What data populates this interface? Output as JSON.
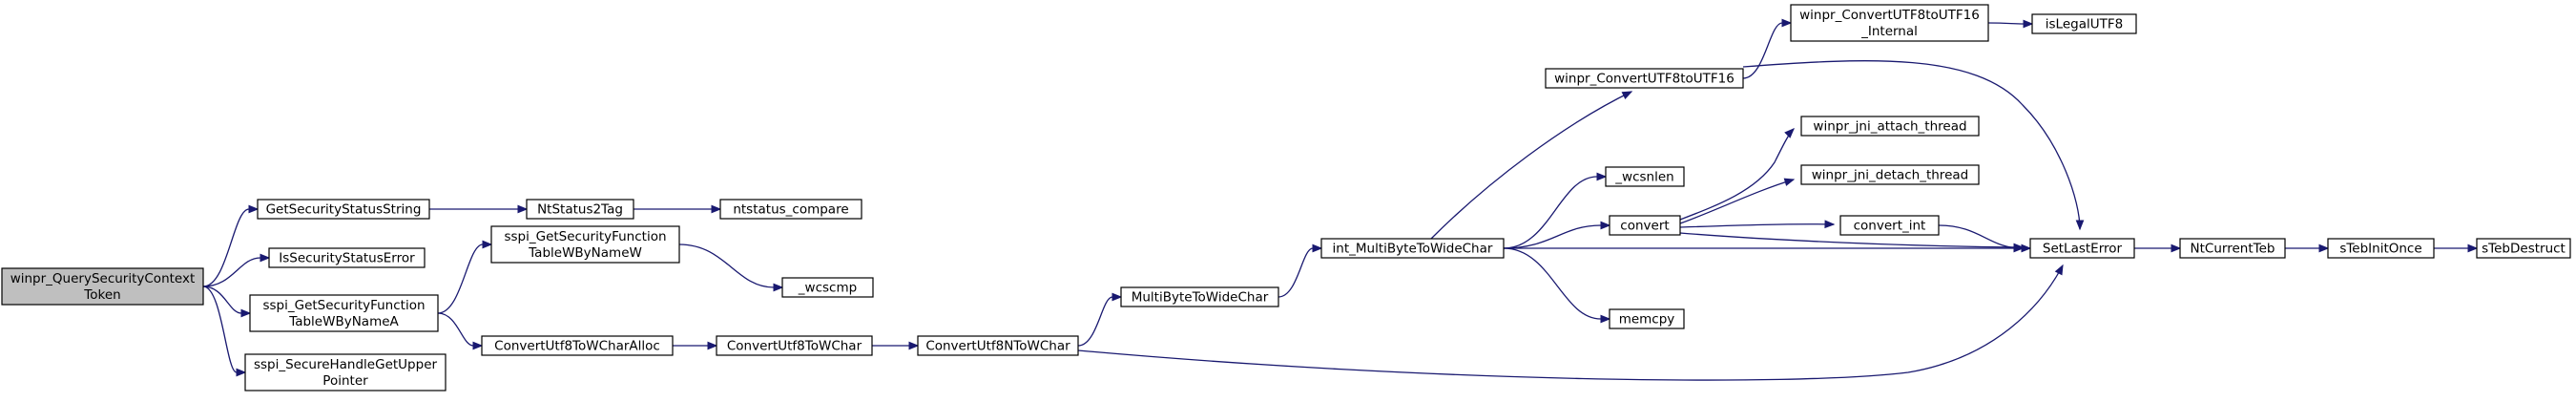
{
  "graph": {
    "root": "winpr_QuerySecurityContextToken",
    "nodes": [
      {
        "id": "winpr_QuerySecurityContextToken",
        "lines": [
          "winpr_QuerySecurityContext",
          "Token"
        ],
        "root": true
      },
      {
        "id": "GetSecurityStatusString",
        "lines": [
          "GetSecurityStatusString"
        ]
      },
      {
        "id": "IsSecurityStatusError",
        "lines": [
          "IsSecurityStatusError"
        ]
      },
      {
        "id": "sspi_GetSecurityFunctionTableWByNameA",
        "lines": [
          "sspi_GetSecurityFunction",
          "TableWByNameA"
        ]
      },
      {
        "id": "sspi_SecureHandleGetUpperPointer",
        "lines": [
          "sspi_SecureHandleGetUpper",
          "Pointer"
        ]
      },
      {
        "id": "NtStatus2Tag",
        "lines": [
          "NtStatus2Tag"
        ]
      },
      {
        "id": "ntstatus_compare",
        "lines": [
          "ntstatus_compare"
        ]
      },
      {
        "id": "sspi_GetSecurityFunctionTableWByNameW",
        "lines": [
          "sspi_GetSecurityFunction",
          "TableWByNameW"
        ]
      },
      {
        "id": "_wcscmp",
        "lines": [
          "_wcscmp"
        ]
      },
      {
        "id": "ConvertUtf8ToWCharAlloc",
        "lines": [
          "ConvertUtf8ToWCharAlloc"
        ]
      },
      {
        "id": "ConvertUtf8ToWChar",
        "lines": [
          "ConvertUtf8ToWChar"
        ]
      },
      {
        "id": "ConvertUtf8NToWChar",
        "lines": [
          "ConvertUtf8NToWChar"
        ]
      },
      {
        "id": "MultiByteToWideChar",
        "lines": [
          "MultiByteToWideChar"
        ]
      },
      {
        "id": "int_MultiByteToWideChar",
        "lines": [
          "int_MultiByteToWideChar"
        ]
      },
      {
        "id": "winpr_ConvertUTF8toUTF16",
        "lines": [
          "winpr_ConvertUTF8toUTF16"
        ]
      },
      {
        "id": "winpr_ConvertUTF8toUTF16_Internal",
        "lines": [
          "winpr_ConvertUTF8toUTF16",
          "_Internal"
        ]
      },
      {
        "id": "isLegalUTF8",
        "lines": [
          "isLegalUTF8"
        ]
      },
      {
        "id": "_wcsnlen",
        "lines": [
          "_wcsnlen"
        ]
      },
      {
        "id": "convert",
        "lines": [
          "convert"
        ]
      },
      {
        "id": "memcpy",
        "lines": [
          "memcpy"
        ]
      },
      {
        "id": "winpr_jni_attach_thread",
        "lines": [
          "winpr_jni_attach_thread"
        ]
      },
      {
        "id": "winpr_jni_detach_thread",
        "lines": [
          "winpr_jni_detach_thread"
        ]
      },
      {
        "id": "convert_int",
        "lines": [
          "convert_int"
        ]
      },
      {
        "id": "SetLastError",
        "lines": [
          "SetLastError"
        ]
      },
      {
        "id": "NtCurrentTeb",
        "lines": [
          "NtCurrentTeb"
        ]
      },
      {
        "id": "sTebInitOnce",
        "lines": [
          "sTebInitOnce"
        ]
      },
      {
        "id": "sTebDestruct",
        "lines": [
          "sTebDestruct"
        ]
      }
    ],
    "edges": [
      {
        "from": "winpr_QuerySecurityContextToken",
        "to": "GetSecurityStatusString"
      },
      {
        "from": "winpr_QuerySecurityContextToken",
        "to": "IsSecurityStatusError"
      },
      {
        "from": "winpr_QuerySecurityContextToken",
        "to": "sspi_GetSecurityFunctionTableWByNameA"
      },
      {
        "from": "winpr_QuerySecurityContextToken",
        "to": "sspi_SecureHandleGetUpperPointer"
      },
      {
        "from": "GetSecurityStatusString",
        "to": "NtStatus2Tag"
      },
      {
        "from": "NtStatus2Tag",
        "to": "ntstatus_compare"
      },
      {
        "from": "sspi_GetSecurityFunctionTableWByNameA",
        "to": "sspi_GetSecurityFunctionTableWByNameW"
      },
      {
        "from": "sspi_GetSecurityFunctionTableWByNameA",
        "to": "ConvertUtf8ToWCharAlloc"
      },
      {
        "from": "sspi_GetSecurityFunctionTableWByNameW",
        "to": "_wcscmp"
      },
      {
        "from": "ConvertUtf8ToWCharAlloc",
        "to": "ConvertUtf8ToWChar"
      },
      {
        "from": "ConvertUtf8ToWChar",
        "to": "ConvertUtf8NToWChar"
      },
      {
        "from": "ConvertUtf8NToWChar",
        "to": "MultiByteToWideChar"
      },
      {
        "from": "ConvertUtf8NToWChar",
        "to": "SetLastError"
      },
      {
        "from": "MultiByteToWideChar",
        "to": "int_MultiByteToWideChar"
      },
      {
        "from": "int_MultiByteToWideChar",
        "to": "winpr_ConvertUTF8toUTF16"
      },
      {
        "from": "int_MultiByteToWideChar",
        "to": "_wcsnlen"
      },
      {
        "from": "int_MultiByteToWideChar",
        "to": "convert"
      },
      {
        "from": "int_MultiByteToWideChar",
        "to": "memcpy"
      },
      {
        "from": "int_MultiByteToWideChar",
        "to": "SetLastError"
      },
      {
        "from": "winpr_ConvertUTF8toUTF16",
        "to": "winpr_ConvertUTF8toUTF16_Internal"
      },
      {
        "from": "winpr_ConvertUTF8toUTF16",
        "to": "SetLastError"
      },
      {
        "from": "winpr_ConvertUTF8toUTF16_Internal",
        "to": "isLegalUTF8"
      },
      {
        "from": "convert",
        "to": "winpr_jni_attach_thread"
      },
      {
        "from": "convert",
        "to": "winpr_jni_detach_thread"
      },
      {
        "from": "convert",
        "to": "convert_int"
      },
      {
        "from": "convert",
        "to": "SetLastError"
      },
      {
        "from": "convert_int",
        "to": "SetLastError"
      },
      {
        "from": "SetLastError",
        "to": "NtCurrentTeb"
      },
      {
        "from": "NtCurrentTeb",
        "to": "sTebInitOnce"
      },
      {
        "from": "sTebInitOnce",
        "to": "sTebDestruct"
      }
    ]
  },
  "colors": {
    "root_fill": "#bfbfbf",
    "node_fill": "#ffffff",
    "node_border": "#000000",
    "edge": "#191970"
  }
}
